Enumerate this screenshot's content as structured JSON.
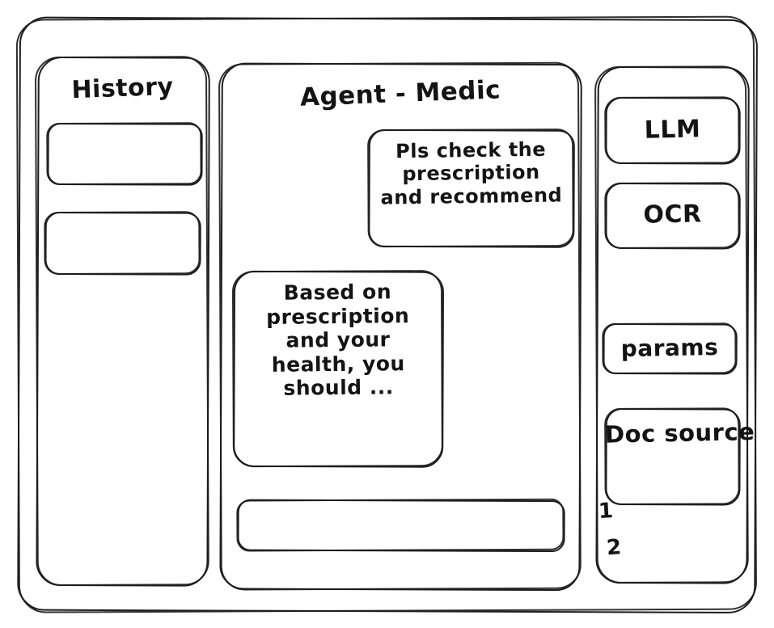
{
  "window": {
    "style": "hand-drawn-wireframe",
    "stroke_color": "#1d1d1d",
    "background_color": "#ffffff"
  },
  "sidebar": {
    "title": "History",
    "items": [
      {
        "label": ""
      },
      {
        "label": ""
      }
    ]
  },
  "main": {
    "title": "Agent - Medic",
    "messages": [
      {
        "role": "user",
        "align": "right",
        "text": "Pls check the\nprescription\nand recommend"
      },
      {
        "role": "agent",
        "align": "left",
        "text": "Based on\nprescription\nand your\nhealth, you\nshould ..."
      }
    ],
    "composer": {
      "value": "",
      "placeholder": ""
    }
  },
  "tools": {
    "buttons": [
      {
        "label": "LLM"
      },
      {
        "label": "OCR"
      },
      {
        "label": "params"
      },
      {
        "label": "Doc source"
      }
    ],
    "doc_source_items": [
      {
        "label": "1"
      },
      {
        "label": "2"
      }
    ]
  }
}
